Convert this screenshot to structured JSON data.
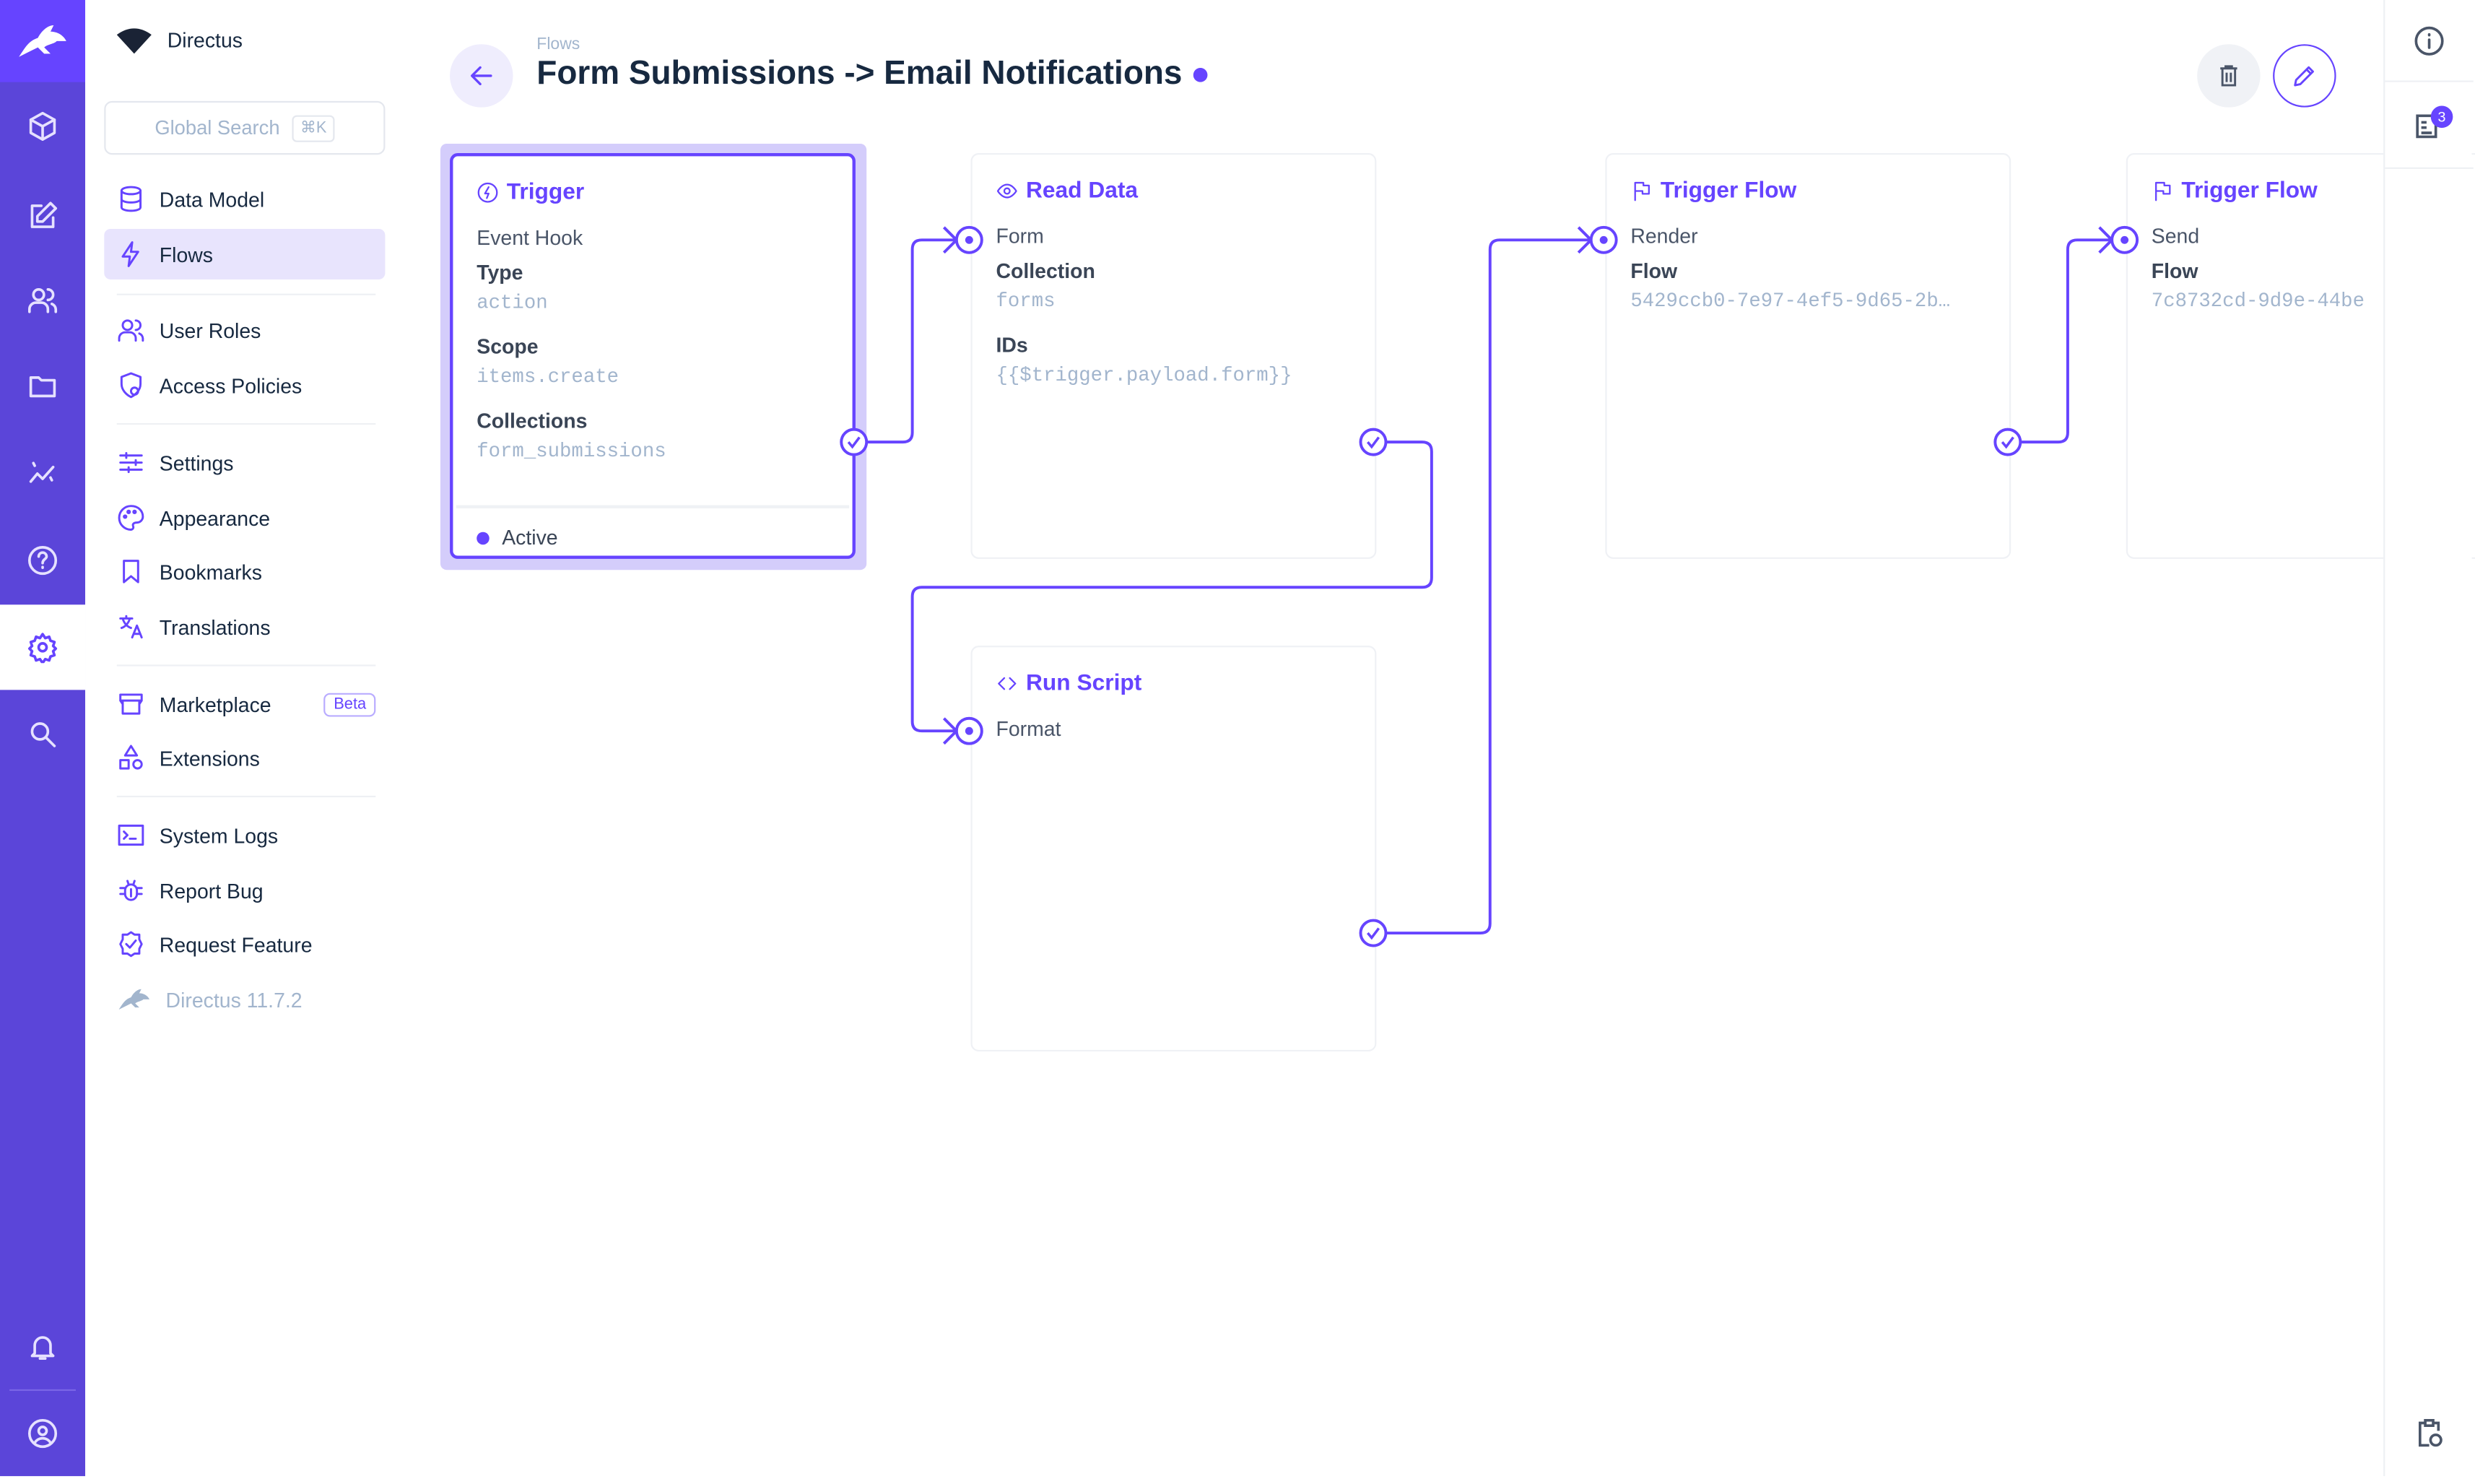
{
  "app": {
    "name": "Directus",
    "version": "Directus 11.7.2",
    "accent": "#6644ff"
  },
  "rail": {
    "items": [
      "logo",
      "cube-icon",
      "edit-icon",
      "users-icon",
      "folder-icon",
      "insights-icon",
      "help-icon",
      "settings-icon",
      "search-icon",
      "bell-icon",
      "user-icon"
    ],
    "active": "settings"
  },
  "nav": {
    "search_placeholder": "Global Search",
    "search_shortcut": "⌘K",
    "items": [
      {
        "label": "Data Model",
        "icon": "database-icon"
      },
      {
        "label": "Flows",
        "icon": "bolt-icon",
        "selected": true
      },
      {
        "label": "User Roles",
        "icon": "users-icon"
      },
      {
        "label": "Access Policies",
        "icon": "shield-icon"
      },
      {
        "label": "Settings",
        "icon": "sliders-icon"
      },
      {
        "label": "Appearance",
        "icon": "palette-icon"
      },
      {
        "label": "Bookmarks",
        "icon": "bookmark-icon"
      },
      {
        "label": "Translations",
        "icon": "translate-icon"
      },
      {
        "label": "Marketplace",
        "icon": "store-icon",
        "badge": "Beta"
      },
      {
        "label": "Extensions",
        "icon": "shapes-icon"
      },
      {
        "label": "System Logs",
        "icon": "terminal-icon"
      },
      {
        "label": "Report Bug",
        "icon": "bug-icon"
      },
      {
        "label": "Request Feature",
        "icon": "verified-icon"
      }
    ]
  },
  "header": {
    "breadcrumb": "Flows",
    "title": "Form Submissions -> Email Notifications",
    "status_dot_color": "#6644ff"
  },
  "sidebar_right": {
    "notifications_count": "3"
  },
  "flow": {
    "trigger": {
      "title": "Trigger",
      "subtitle": "Event Hook",
      "fields": [
        {
          "label": "Type",
          "value": "action"
        },
        {
          "label": "Scope",
          "value": "items.create"
        },
        {
          "label": "Collections",
          "value": "form_submissions"
        }
      ],
      "status": "Active"
    },
    "read_data": {
      "title": "Read Data",
      "subtitle": "Form",
      "fields": [
        {
          "label": "Collection",
          "value": "forms"
        },
        {
          "label": "IDs",
          "value": "{{$trigger.payload.form}}"
        }
      ]
    },
    "run_script": {
      "title": "Run Script",
      "subtitle": "Format"
    },
    "trigger_flow_1": {
      "title": "Trigger Flow",
      "subtitle": "Render",
      "fields": [
        {
          "label": "Flow",
          "value": "5429ccb0-7e97-4ef5-9d65-2b…"
        }
      ]
    },
    "trigger_flow_2": {
      "title": "Trigger Flow",
      "subtitle": "Send",
      "fields": [
        {
          "label": "Flow",
          "value": "7c8732cd-9d9e-44be"
        }
      ]
    }
  }
}
